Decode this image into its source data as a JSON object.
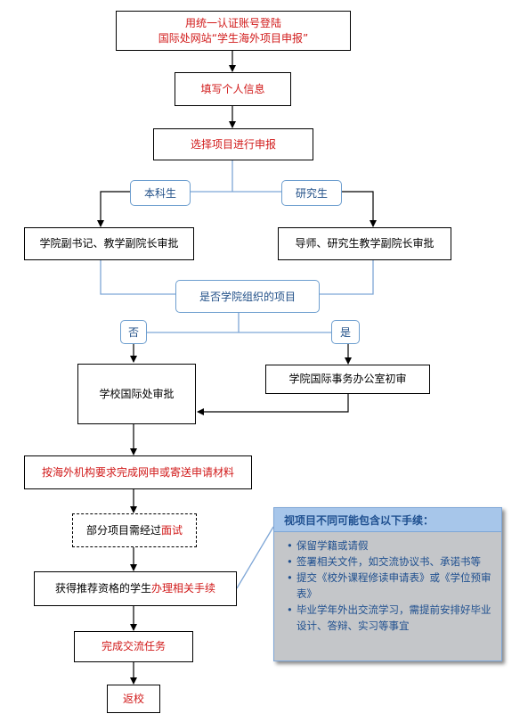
{
  "steps": {
    "login_line1": "用统一认证账号登陆",
    "login_line2": "国际处网站“学生海外项目申报”",
    "fill_info": "填写个人信息",
    "select_project": "选择项目进行申报",
    "undergrad_approval": "学院副书记、教学副院长审批",
    "grad_approval": "导师、研究生教学副院长审批",
    "office_review": "学院国际事务办公室初审",
    "intl_approval": "学校国际处审批",
    "apply_materials": "按海外机构要求完成网申或寄送申请材料",
    "interview_prefix": "部分项目需经过",
    "interview_word": "面试",
    "procedures_prefix": "获得推荐资格的学生",
    "procedures_suffix": "办理相关手续",
    "complete": "完成交流任务",
    "return": "返校"
  },
  "branches": {
    "undergrad": "本科生",
    "grad": "研究生",
    "org_question": "是否学院组织的项目",
    "no": "否",
    "yes": "是"
  },
  "note": {
    "title": "视项目不同可能包含以下手续：",
    "items": [
      "保留学籍或请假",
      "签署相关文件，如交流协议书、承诺书等",
      "提交《校外课程修读申请表》或《学位预审表》",
      "毕业学年外出交流学习，需提前安排好毕业设计、答辩、实习等事宜"
    ]
  },
  "colors": {
    "red_text": "#d11a1a",
    "tag_border": "#6d9ecf",
    "tag_text": "#1f4e87",
    "note_fill": "#c4c6c9",
    "note_header": "#a7c6ea"
  }
}
